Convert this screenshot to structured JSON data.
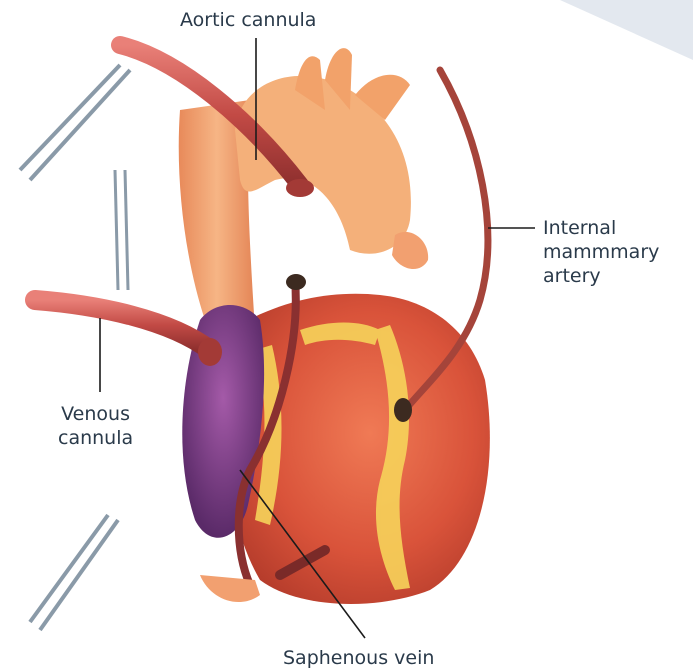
{
  "labels": {
    "aortic_cannula": "Aortic cannula",
    "internal_mammary_artery": [
      "Internal",
      "mammmary",
      "artery"
    ],
    "venous_cannula": [
      "Venous",
      "cannula"
    ],
    "saphenous_vein": "Saphenous vein"
  },
  "colors": {
    "heart_red": "#d9533a",
    "heart_orange": "#ee8a55",
    "fat_yellow": "#f6d35a",
    "aorta": "#f0a070",
    "vein_purple": "#7a3d8a",
    "cannula": "#c24a45",
    "leader_line": "#1b1b1b",
    "label_text": "#2a3a4a",
    "corner_accent": "#e3e8ef"
  }
}
